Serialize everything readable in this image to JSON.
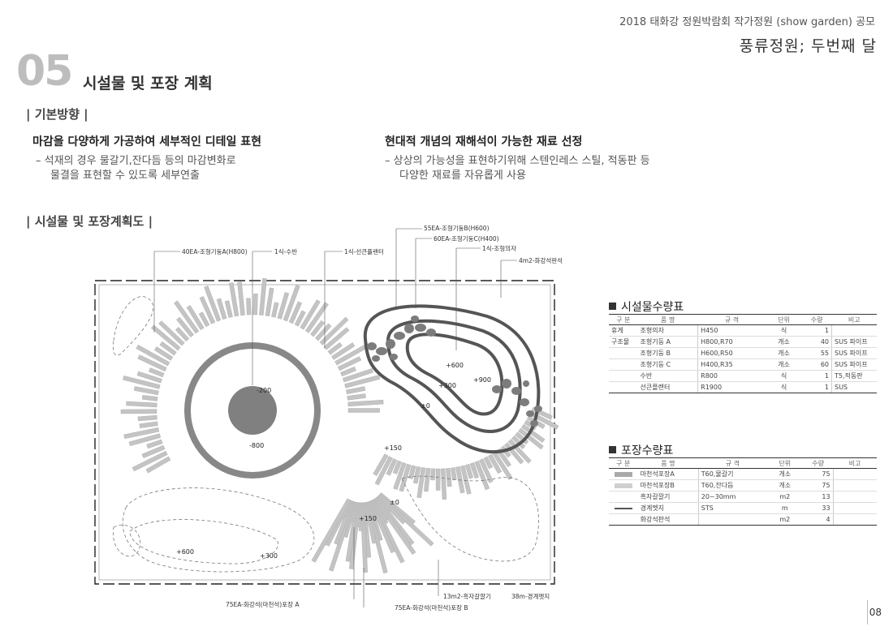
{
  "header": {
    "doc_title": "2018 태화강 정원박람회 작가정원 (show garden) 공모",
    "logo_text": "풍류정원; 두번째 달"
  },
  "section": {
    "number": "05",
    "title": "시설물 및 포장 계획"
  },
  "basic": {
    "heading": "| 기본방향 |",
    "items": [
      {
        "title": "마감을 다양하게 가공하여 세부적인 디테일 표현",
        "desc": [
          "– 석재의 경우 물갈기,잔다듬 등의 마감변화로",
          "물결을 표현할 수 있도록 세부연출"
        ]
      },
      {
        "title": "현대적 개념의 재해석이 가능한 재료 선정",
        "desc": [
          "– 상상의 가능성을 표현하기위해 스텐인레스 스틸, 적동판 등",
          "다양한 재료를 자유롭게 사용"
        ]
      }
    ]
  },
  "plan": {
    "heading": "| 시설물 및 포장계획도 |",
    "callouts": {
      "top1": "40EA-조형기둥A(H800)",
      "top2": "1식-수반",
      "top3": "1식-선큰플랜터",
      "top4": "55EA-조형기둥B(H600)",
      "top5": "60EA-조형기둥C(H400)",
      "top6": "1식-조형의자",
      "top7": "4m2-화강석판석",
      "bot1": "75EA-화강석(마천석)포장 A",
      "bot2": "75EA-화강석(마천석)포장 B",
      "bot3": "13m2-흑자갈깔기",
      "bot4": "38m-경계멧지"
    },
    "levels": {
      "l_m200": "-200",
      "l_m800": "-800",
      "l_p600a": "+600",
      "l_p300a": "+300",
      "l_p900": "+900",
      "l_0a": "±0",
      "l_p150a": "+150",
      "l_0b": "±0",
      "l_p150b": "+150",
      "l_p600b": "+600",
      "l_p300b": "+300"
    }
  },
  "facility_table": {
    "title": "시설물수량표",
    "headers": [
      "구 분",
      "품 명",
      "규 격",
      "단위",
      "수량",
      "비고"
    ],
    "rows": [
      [
        "휴게",
        "조형의자",
        "H450",
        "식",
        "1",
        ""
      ],
      [
        "구조물",
        "조형기둥 A",
        "H800,R70",
        "개소",
        "40",
        "SUS 파이프"
      ],
      [
        "",
        "조형기둥 B",
        "H600,R50",
        "개소",
        "55",
        "SUS 파이프"
      ],
      [
        "",
        "조형기둥 C",
        "H400,R35",
        "개소",
        "60",
        "SUS 파이프"
      ],
      [
        "",
        "수반",
        "R800",
        "식",
        "1",
        "T5,적동판"
      ],
      [
        "",
        "선큰플랜터",
        "R1900",
        "식",
        "1",
        "SUS"
      ]
    ]
  },
  "paving_table": {
    "title": "포장수량표",
    "headers": [
      "구 분",
      "품 명",
      "규 격",
      "단위",
      "수량",
      "비고"
    ],
    "rows": [
      [
        "swatch-dark",
        "마천석포장A",
        "T60,물갈기",
        "개소",
        "75",
        ""
      ],
      [
        "swatch-light",
        "마천석포장B",
        "T60,잔다듬",
        "개소",
        "75",
        ""
      ],
      [
        "",
        "흑자갈깔기",
        "20~30mm",
        "m2",
        "13",
        ""
      ],
      [
        "line",
        "경계멧지",
        "STS",
        "m",
        "33",
        ""
      ],
      [
        "",
        "화강석판석",
        "",
        "m2",
        "4",
        ""
      ]
    ]
  },
  "colors": {
    "swatch_dark": "#a9a9a9",
    "swatch_light": "#cfcfcf",
    "line": "#555555"
  },
  "page_number": "08"
}
